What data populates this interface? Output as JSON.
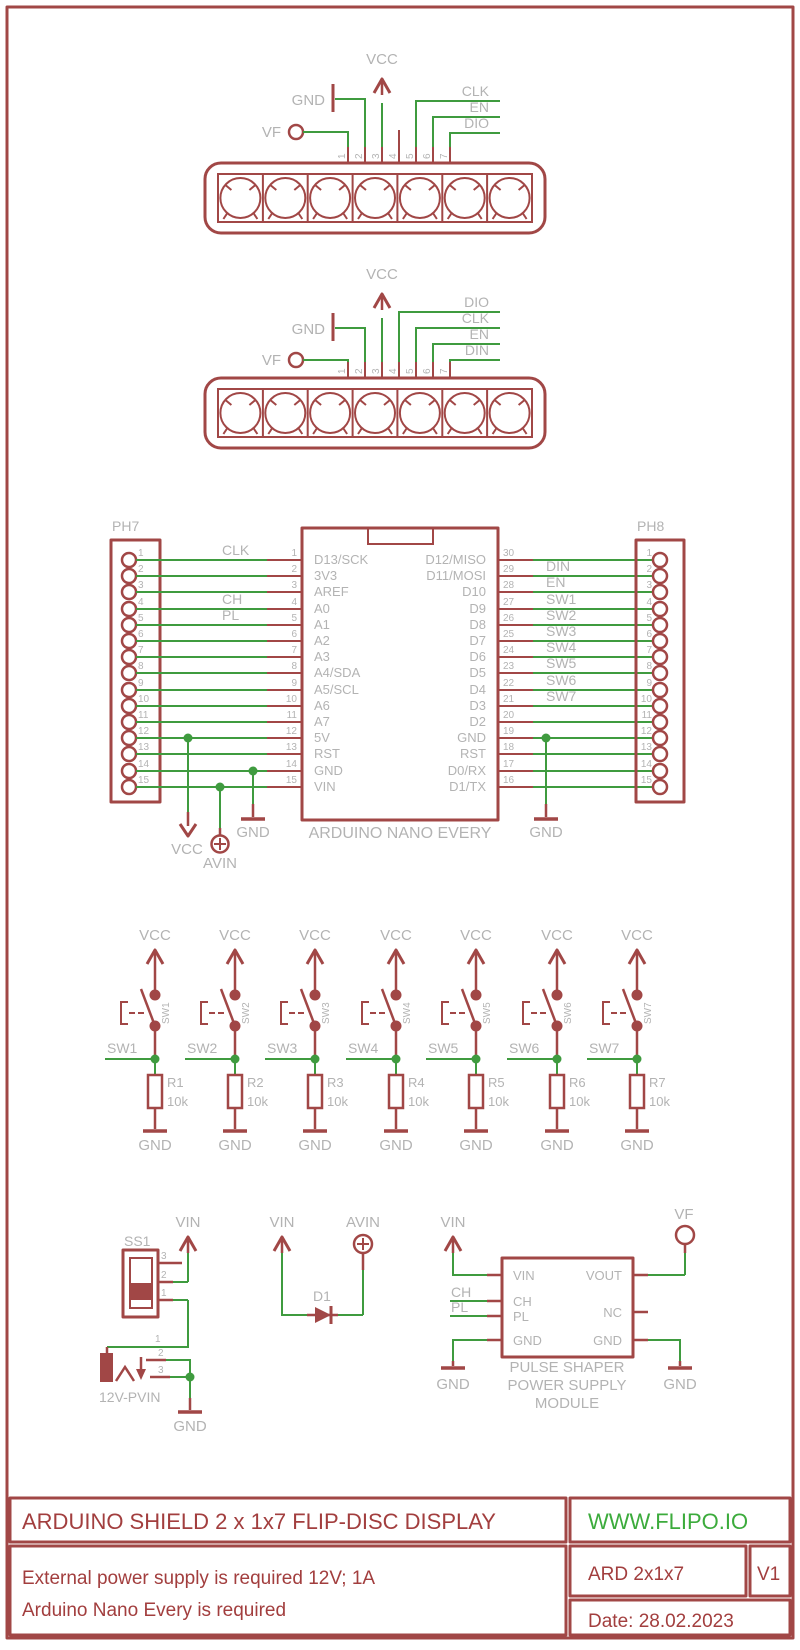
{
  "colors": {
    "component_red": "#a14746",
    "wire_green": "#3f9b3f",
    "label_gray": "#b3b3b3",
    "title_red": "#a23e3e",
    "web_green": "#3cab3c"
  },
  "flip_displays": {
    "pin_numbers": [
      "1",
      "2",
      "3",
      "4",
      "5",
      "6",
      "7"
    ],
    "top": {
      "vf": "VF",
      "gnd": "GND",
      "vcc": "VCC",
      "signals": [
        "CLK",
        "EN",
        "DIO"
      ]
    },
    "bottom": {
      "vf": "VF",
      "gnd": "GND",
      "vcc": "VCC",
      "signals": [
        "DIO",
        "CLK",
        "EN",
        "DIN"
      ]
    }
  },
  "arduino": {
    "name": "ARDUINO NANO EVERY",
    "left_header": "PH7",
    "right_header": "PH8",
    "header_pins": [
      "1",
      "2",
      "3",
      "4",
      "5",
      "6",
      "7",
      "8",
      "9",
      "10",
      "11",
      "12",
      "13",
      "14",
      "15"
    ],
    "left": [
      {
        "num": "1",
        "name": "D13/SCK",
        "net": "CLK"
      },
      {
        "num": "2",
        "name": "3V3"
      },
      {
        "num": "3",
        "name": "AREF"
      },
      {
        "num": "4",
        "name": "A0",
        "net": "CH"
      },
      {
        "num": "5",
        "name": "A1",
        "net": "PL"
      },
      {
        "num": "6",
        "name": "A2"
      },
      {
        "num": "7",
        "name": "A3"
      },
      {
        "num": "8",
        "name": "A4/SDA"
      },
      {
        "num": "9",
        "name": "A5/SCL"
      },
      {
        "num": "10",
        "name": "A6"
      },
      {
        "num": "11",
        "name": "A7"
      },
      {
        "num": "12",
        "name": "5V"
      },
      {
        "num": "13",
        "name": "RST"
      },
      {
        "num": "14",
        "name": "GND"
      },
      {
        "num": "15",
        "name": "VIN"
      }
    ],
    "right": [
      {
        "num": "30",
        "name": "D12/MISO"
      },
      {
        "num": "29",
        "name": "D11/MOSI",
        "net": "DIN"
      },
      {
        "num": "28",
        "name": "D10",
        "net": "EN"
      },
      {
        "num": "27",
        "name": "D9",
        "net": "SW1"
      },
      {
        "num": "26",
        "name": "D8",
        "net": "SW2"
      },
      {
        "num": "25",
        "name": "D7",
        "net": "SW3"
      },
      {
        "num": "24",
        "name": "D6",
        "net": "SW4"
      },
      {
        "num": "23",
        "name": "D5",
        "net": "SW5"
      },
      {
        "num": "22",
        "name": "D4",
        "net": "SW6"
      },
      {
        "num": "21",
        "name": "D3",
        "net": "SW7"
      },
      {
        "num": "20",
        "name": "D2"
      },
      {
        "num": "19",
        "name": "GND"
      },
      {
        "num": "18",
        "name": "RST"
      },
      {
        "num": "17",
        "name": "D0/RX"
      },
      {
        "num": "16",
        "name": "D1/TX"
      }
    ],
    "bottom_labels": {
      "vcc": "VCC",
      "avin": "AVIN",
      "gnd_left": "GND",
      "gnd_right": "GND"
    }
  },
  "switch_bank": {
    "vcc": "VCC",
    "gnd": "GND",
    "columns": [
      {
        "ref": "SW1",
        "net": "SW1",
        "r": "R1",
        "val": "10k"
      },
      {
        "ref": "SW2",
        "net": "SW2",
        "r": "R2",
        "val": "10k"
      },
      {
        "ref": "SW3",
        "net": "SW3",
        "r": "R3",
        "val": "10k"
      },
      {
        "ref": "SW4",
        "net": "SW4",
        "r": "R4",
        "val": "10k"
      },
      {
        "ref": "SW5",
        "net": "SW5",
        "r": "R5",
        "val": "10k"
      },
      {
        "ref": "SW6",
        "net": "SW6",
        "r": "R6",
        "val": "10k"
      },
      {
        "ref": "SW7",
        "net": "SW7",
        "r": "R7",
        "val": "10k"
      }
    ]
  },
  "power": {
    "vin": "VIN",
    "slide_switch": {
      "ref": "SS1",
      "pins": [
        "3",
        "2",
        "1"
      ]
    },
    "jack": {
      "label": "12V-PVIN",
      "pins": [
        "1",
        "2",
        "3"
      ],
      "gnd": "GND"
    },
    "diode": {
      "ref": "D1",
      "avin": "AVIN"
    },
    "module": {
      "vf": "VF",
      "nets": {
        "ch": "CH",
        "pl": "PL"
      },
      "left_pins": [
        "VIN",
        "CH",
        "PL",
        "GND"
      ],
      "right_pins": [
        "VOUT",
        "NC",
        "GND"
      ],
      "caption": [
        "PULSE SHAPER",
        "POWER SUPPLY",
        "MODULE"
      ],
      "gnd": "GND"
    }
  },
  "title_block": {
    "title": "ARDUINO SHIELD 2 x 1x7 FLIP-DISC DISPLAY",
    "website": "WWW.FLIPO.IO",
    "note1": "External power supply is required 12V; 1A",
    "note2": "Arduino Nano Every is required",
    "code": "ARD 2x1x7",
    "version": "V1",
    "date": "Date: 28.02.2023"
  }
}
